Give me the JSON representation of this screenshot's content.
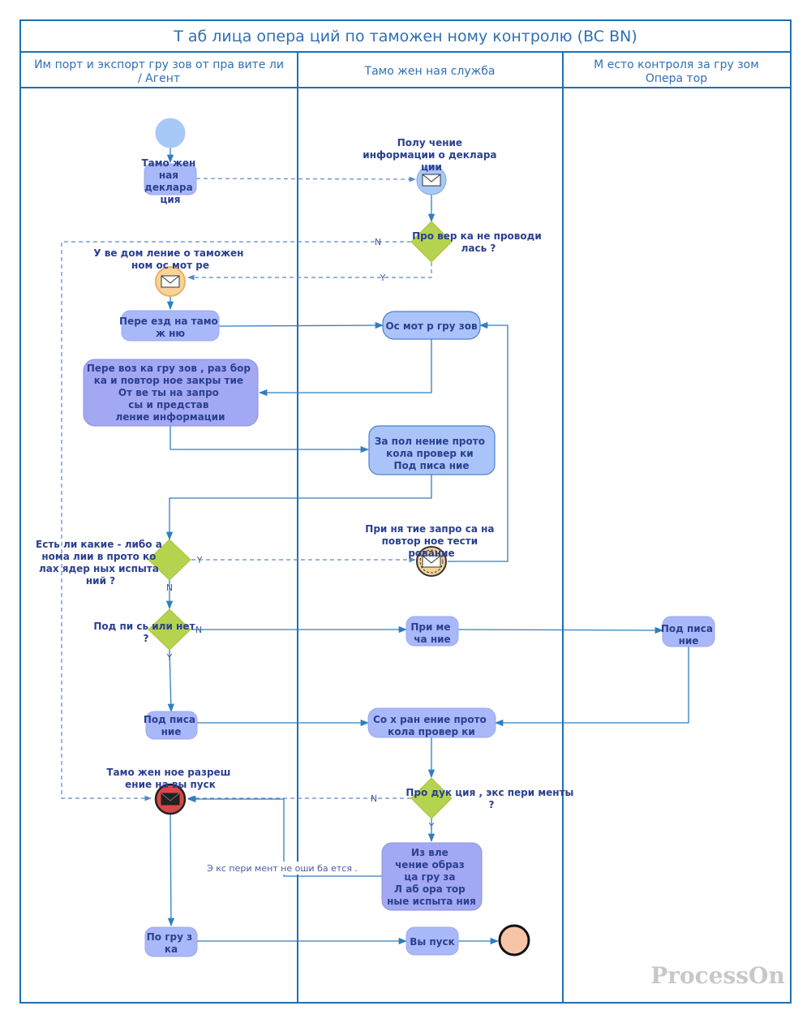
{
  "title": "Т аб лица опера ций по таможен ному контролю (BC BN)",
  "lanes": [
    {
      "line1": "Им порт и экспорт гру зов от пра вите ли",
      "line2": "/ Агент"
    },
    {
      "line1": "Тамо жен ная служба",
      "line2": ""
    },
    {
      "line1": "М есто контроля за гру зом",
      "line2": "Опера тор"
    }
  ],
  "nodes": {
    "customs_declaration": [
      "Тамо жен",
      "ная",
      "деклара",
      "ция"
    ],
    "receive_info": [
      "Полу чение",
      "информации о деклара",
      "ции"
    ],
    "check_gw": [
      "Про вер ка не проводи",
      "лась ?"
    ],
    "inspection_notice": [
      "У ве дом ление о таможен",
      "ном ос мот ре"
    ],
    "travel": [
      "Пере езд на тамо",
      "ж ню"
    ],
    "cargo_inspection": [
      "Ос мот р гру зов"
    ],
    "transport": [
      "Пере воз ка  гру зов ,  раз бор",
      "ка  и  повтор ное  закры тие",
      "От ве ты  на  запро",
      "сы  и  представ",
      "ление  информации"
    ],
    "fill_protocol": [
      "За пол нение прото",
      "кола провер ки",
      "Под писа ние"
    ],
    "anomalies_gw": [
      "Есть ли какие - либо а",
      "нома лии в прото ко",
      "лах ядер ных испыта",
      "ний ?"
    ],
    "retest_request": [
      "При ня тие запро са на",
      "повтор ное тести",
      "рование"
    ],
    "sign_gw": [
      "Под пи сь или нет",
      "?"
    ],
    "remark": [
      "При ме",
      "ча ние"
    ],
    "operator_sign": [
      "Под писа",
      "ние"
    ],
    "signing": [
      "Под писа",
      "ние"
    ],
    "save_protocol": [
      "Со х ран ение прото",
      "кола провер ки"
    ],
    "release_permit": [
      "Тамо жен ное разреш",
      "ение на вы пуск"
    ],
    "product_gw": [
      "Про дук ция , экс пери менты",
      "?"
    ],
    "extract_sample": [
      "Из вле",
      "чение  образ",
      "ца  гру за",
      "Л аб ора тор",
      "ные  испыта ния"
    ],
    "loading": [
      "По гру з",
      "ка"
    ],
    "release": [
      "Вы пуск"
    ]
  },
  "edge_labels": {
    "check_no": "N",
    "check_yes": "Y",
    "anomaly_yes": "Y",
    "anomaly_no": "N",
    "sign_no": "N",
    "sign_yes": "Y",
    "product_no": "N",
    "product_yes": "Y",
    "experiment_failed": "Э кс пери мент не оши ба ется ."
  },
  "watermark": "ProcessOn",
  "colors": {
    "frame": "#1f6fb0",
    "title_text": "#2f6fb5",
    "task_fill": "#a9b8f8",
    "gateway_fill": "#b5d34f",
    "start_fill": "#a8c8f8",
    "end_fill": "#f8c4a8",
    "flow": "#2f7fc0"
  }
}
